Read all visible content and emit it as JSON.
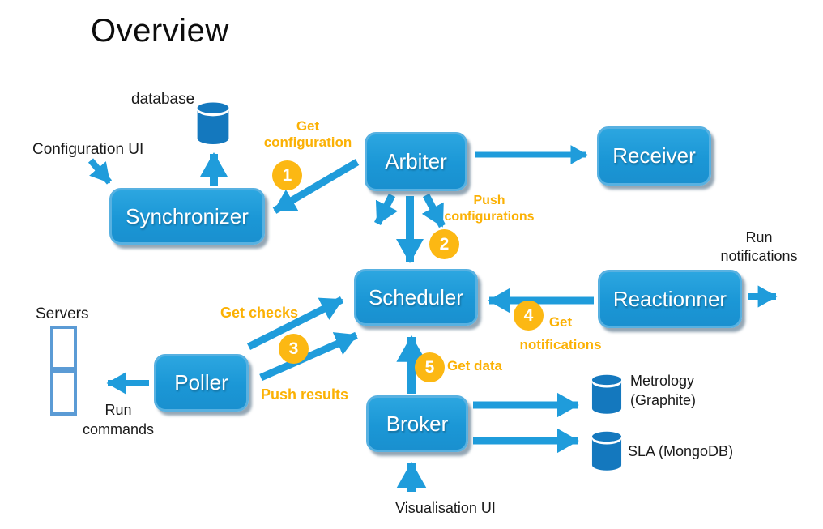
{
  "title": "Overview",
  "colors": {
    "node_blue": "#1b97d6",
    "node_border": "#58b1e1",
    "arrow_blue": "#1f9cdb",
    "cylinder_blue": "#1478be",
    "accent_orange": "#fcb813",
    "server_outline": "#5b9bd5"
  },
  "nodes": {
    "synchronizer": {
      "label": "Synchronizer"
    },
    "arbiter": {
      "label": "Arbiter"
    },
    "receiver": {
      "label": "Receiver"
    },
    "scheduler": {
      "label": "Scheduler"
    },
    "reactionner": {
      "label": "Reactionner"
    },
    "poller": {
      "label": "Poller"
    },
    "broker": {
      "label": "Broker"
    }
  },
  "labels": {
    "database": "database",
    "configuration_ui": "Configuration UI",
    "servers": "Servers",
    "run_commands_line1": "Run",
    "run_commands_line2": "commands",
    "run_notifications_line1": "Run",
    "run_notifications_line2": "notifications",
    "visualisation_ui": "Visualisation UI",
    "metrology_line1": "Metrology",
    "metrology_line2": "(Graphite)",
    "sla": "SLA (MongoDB)"
  },
  "flows": {
    "get_configuration": {
      "step": "1",
      "line1": "Get",
      "line2": "configuration"
    },
    "push_configurations": {
      "step": "2",
      "line1": "Push",
      "line2": "configurations"
    },
    "checks": {
      "step": "3",
      "get_label": "Get checks",
      "push_label": "Push results"
    },
    "get_notifications": {
      "step": "4",
      "line1": "Get",
      "line2": "notifications"
    },
    "get_data": {
      "step": "5",
      "label": "Get data"
    }
  }
}
